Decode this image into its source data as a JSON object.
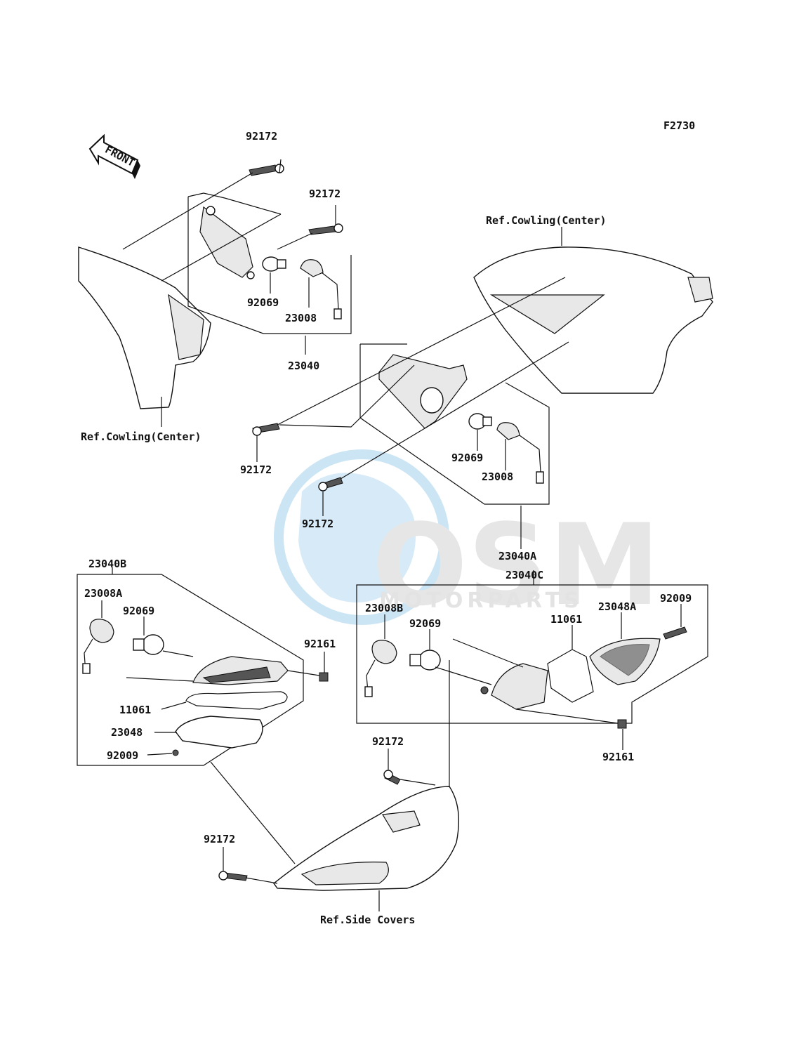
{
  "figure_code": "F2730",
  "front_label": "FRONT",
  "watermark": {
    "brand": "OSM",
    "sub": "MOTORPARTS"
  },
  "refs": {
    "cowling_center_1": "Ref.Cowling(Center)",
    "cowling_center_2": "Ref.Cowling(Center)",
    "side_covers": "Ref.Side Covers"
  },
  "parts": {
    "p92172_a": "92172",
    "p92172_b": "92172",
    "p92172_c": "92172",
    "p92172_d": "92172",
    "p92172_e": "92172",
    "p92172_f": "92172",
    "p92069_a": "92069",
    "p92069_b": "92069",
    "p92069_c": "92069",
    "p92069_d": "92069",
    "p23008_a": "23008",
    "p23008_b": "23008",
    "p23008A": "23008A",
    "p23008B": "23008B",
    "p23040": "23040",
    "p23040A": "23040A",
    "p23040B": "23040B",
    "p23040C": "23040C",
    "p92161_a": "92161",
    "p92161_b": "92161",
    "p11061_a": "11061",
    "p11061_b": "11061",
    "p23048": "23048",
    "p23048A": "23048A",
    "p92009_a": "92009",
    "p92009_b": "92009"
  }
}
